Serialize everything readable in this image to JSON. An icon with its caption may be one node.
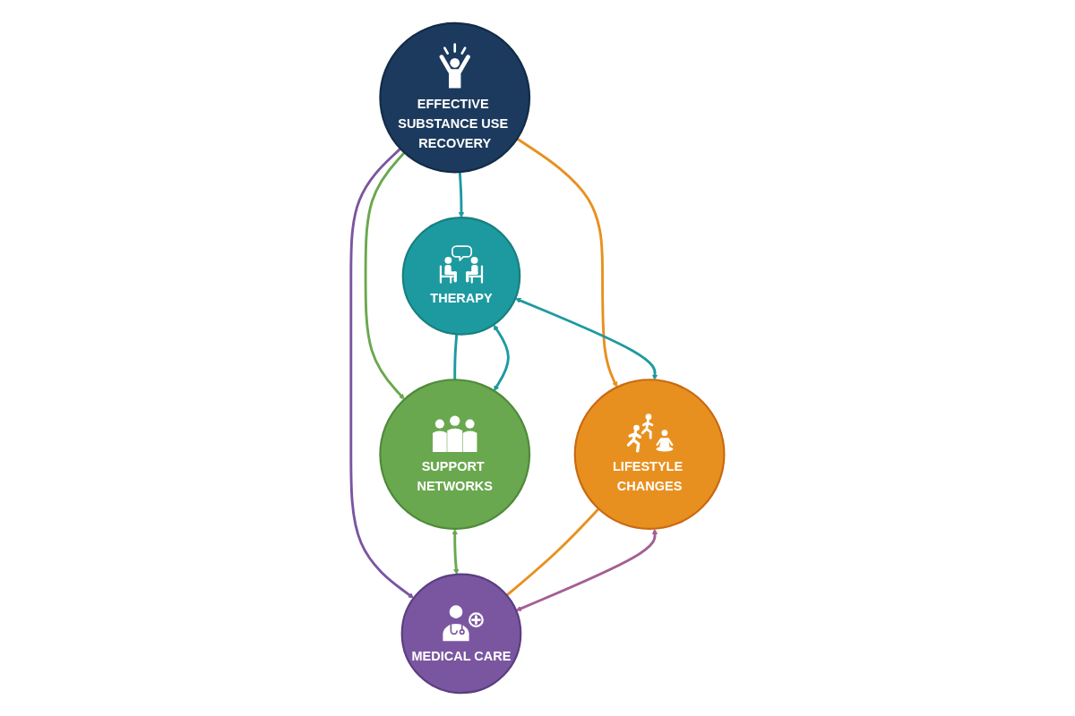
{
  "diagram": {
    "nodes": [
      {
        "text": [
          "THERAPY"
        ]
      },
      {
        "text": [
          "SUPPORT NETWORKS"
        ]
      },
      {
        "text": [
          "EFFECTIVE SUBSTANCE USE RECOVERY"
        ]
      },
      {
        "text": [
          "LIFESTYLE CHANGES"
        ]
      },
      {
        "text": [
          "MEDICAL CARE"
        ]
      }
    ],
    "edges": [
      {
        "from": 2,
        "to": 0,
        "arrow": "to",
        "color": "#1d9aa0"
      },
      {
        "from": 2,
        "to": 1,
        "arrow": "to",
        "color": "#6aa84f"
      },
      {
        "from": 2,
        "to": 3,
        "arrow": "to",
        "color": "#e8901f"
      },
      {
        "from": 2,
        "to": 4,
        "arrow": "to",
        "color": "#7a56a0"
      },
      {
        "from": 0,
        "to": 1,
        "arrow": "none",
        "color": "#1d9aa0"
      },
      {
        "from": 0,
        "to": 1,
        "arrow": "both",
        "color": "#1d9aa0"
      },
      {
        "from": 0,
        "to": 3,
        "arrow": "both",
        "color": "#1d9aa0"
      },
      {
        "from": 1,
        "to": 4,
        "arrow": "both",
        "color": "#6aa84f"
      },
      {
        "from": 3,
        "to": 4,
        "arrow": "none",
        "color": "#e8901f"
      },
      {
        "from": 3,
        "to": 4,
        "arrow": "both",
        "color": "#a45f93"
      }
    ]
  }
}
